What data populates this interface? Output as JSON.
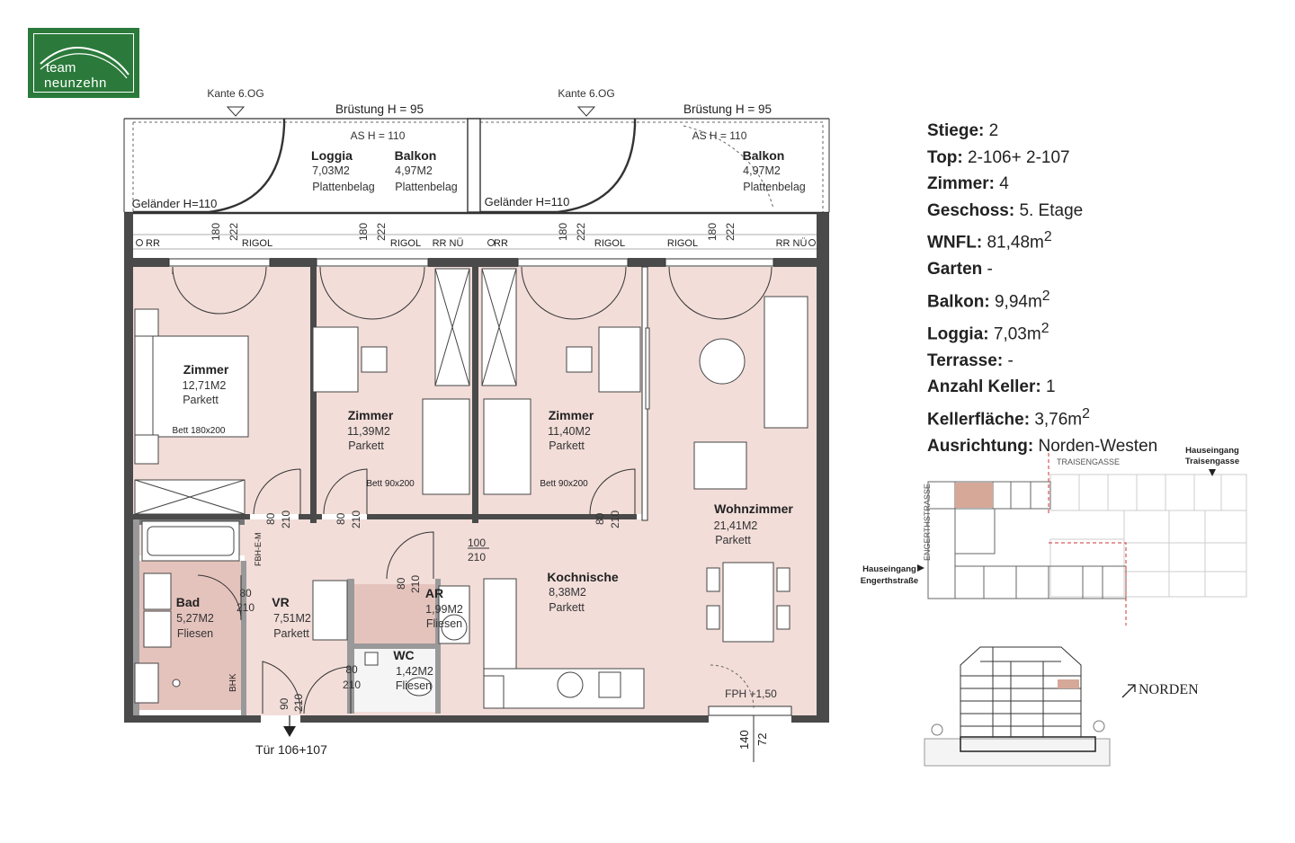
{
  "logo": {
    "line1": "team",
    "line2": "neunzehn"
  },
  "info": [
    {
      "label": "Stiege:",
      "value": "2"
    },
    {
      "label": "Top:",
      "value": "2-106+ 2-107"
    },
    {
      "label": "Zimmer:",
      "value": "4"
    },
    {
      "label": "Geschoss:",
      "value": "5. Etage"
    },
    {
      "label": "WNFL:",
      "value": "81,48m",
      "sup": "2"
    },
    {
      "label": "Garten",
      "value": "-"
    },
    {
      "label": "Balkon:",
      "value": "9,94m",
      "sup": "2"
    },
    {
      "label": "Loggia:",
      "value": "7,03m",
      "sup": "2"
    },
    {
      "label": "Terrasse:",
      "value": "-"
    },
    {
      "label": "Anzahl Keller:",
      "value": "1"
    },
    {
      "label": "Kellerfläche:",
      "value": "3,76m",
      "sup": "2"
    },
    {
      "label": "Ausrichtung:",
      "value": "Norden-Westen"
    }
  ],
  "rooms": {
    "zimmer1": {
      "name": "Zimmer",
      "area": "12,71M2",
      "floor": "Parkett",
      "bed": "Bett 180x200"
    },
    "zimmer2": {
      "name": "Zimmer",
      "area": "11,39M2",
      "floor": "Parkett",
      "bed": "Bett 90x200"
    },
    "zimmer3": {
      "name": "Zimmer",
      "area": "11,40M2",
      "floor": "Parkett",
      "bed": "Bett 90x200"
    },
    "wohnzimmer": {
      "name": "Wohnzimmer",
      "area": "21,41M2",
      "floor": "Parkett"
    },
    "kochnische": {
      "name": "Kochnische",
      "area": "8,38M2",
      "floor": "Parkett"
    },
    "bad": {
      "name": "Bad",
      "area": "5,27M2",
      "floor": "Fliesen"
    },
    "vr": {
      "name": "VR",
      "area": "7,51M2",
      "floor": "Parkett"
    },
    "ar": {
      "name": "AR",
      "area": "1,99M2",
      "floor": "Fliesen"
    },
    "wc": {
      "name": "WC",
      "area": "1,42M2",
      "floor": "Fliesen"
    },
    "loggia": {
      "name": "Loggia",
      "area": "7,03M2",
      "floor": "Plattenbelag"
    },
    "balkon1": {
      "name": "Balkon",
      "area": "4,97M2",
      "floor": "Plattenbelag"
    },
    "balkon2": {
      "name": "Balkon",
      "area": "4,97M2",
      "floor": "Plattenbelag"
    }
  },
  "annotations": {
    "kante1": "Kante 6.OG",
    "kante2": "Kante 6.OG",
    "bruestung1": "Brüstung H = 95",
    "bruestung2": "Brüstung H = 95",
    "as1": "AS H = 110",
    "as2": "AS H = 110",
    "gelaender1": "Geländer H=110",
    "gelaender2": "Geländer H=110",
    "rr1": "RR",
    "rr2": "RR",
    "rigol1": "RIGOL",
    "rigol2": "RIGOL",
    "rigol3": "RIGOL",
    "rigol4": "RIGOL",
    "rrnue1": "RR NÜ",
    "rrnue2": "RR NÜ",
    "tuer": "Tür 106+107",
    "fph": "FPH +1,50",
    "fbh": "FBH-E-M",
    "bhk": "BHK"
  },
  "dims": {
    "d180": "180",
    "d222": "222",
    "d80": "80",
    "d210": "210",
    "d90": "90",
    "d100": "100",
    "d140": "140",
    "d72": "72"
  },
  "siteplan": {
    "street1": "TRAISENGASSE",
    "street2": "ENGERTHSTRASSE",
    "entrance1_l1": "Hauseingang",
    "entrance1_l2": "Traisengasse",
    "entrance2_l1": "Hauseingang",
    "entrance2_l2": "Engerthstraße"
  },
  "north": "NORDEN",
  "colors": {
    "room": "#f2ddd9",
    "wetroom": "#e5c3bd",
    "wall": "#4a4a4a",
    "logo": "#2b7a3b",
    "highlight": "#d6a898"
  }
}
